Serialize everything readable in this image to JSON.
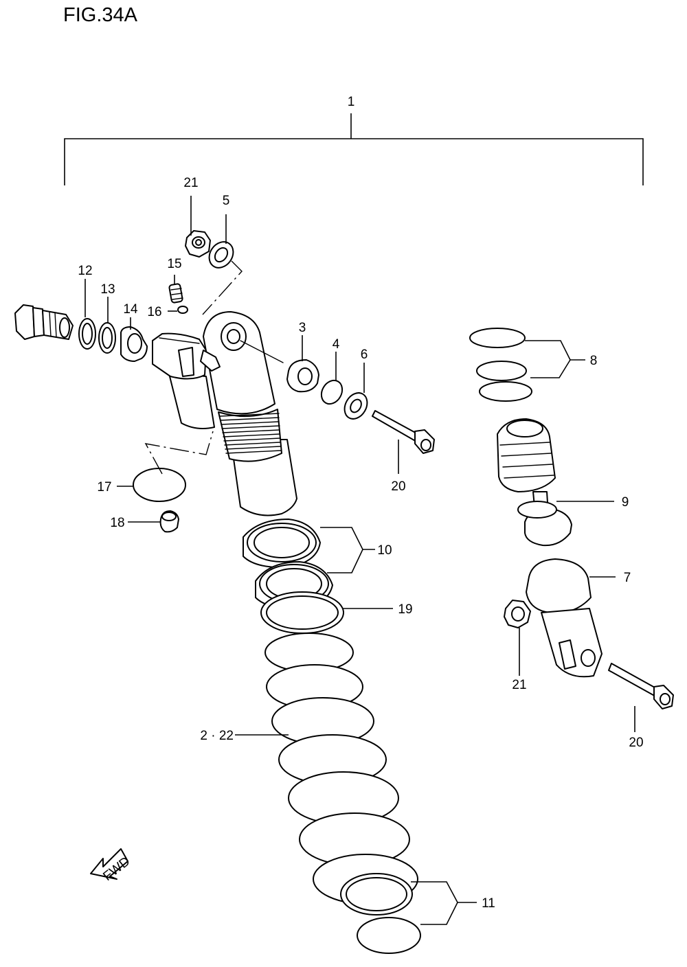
{
  "figure": {
    "title": "FIG.34A"
  },
  "callouts": {
    "c1": "1",
    "c2_22": "2 · 22",
    "c3": "3",
    "c4": "4",
    "c5": "5",
    "c6": "6",
    "c7": "7",
    "c8": "8",
    "c9": "9",
    "c10": "10",
    "c11": "11",
    "c12": "12",
    "c13": "13",
    "c14": "14",
    "c15": "15",
    "c16": "16",
    "c17": "17",
    "c18": "18",
    "c19": "19",
    "c20a": "20",
    "c20b": "20",
    "c21a": "21",
    "c21b": "21"
  },
  "direction_arrow": {
    "text": "FWD"
  }
}
